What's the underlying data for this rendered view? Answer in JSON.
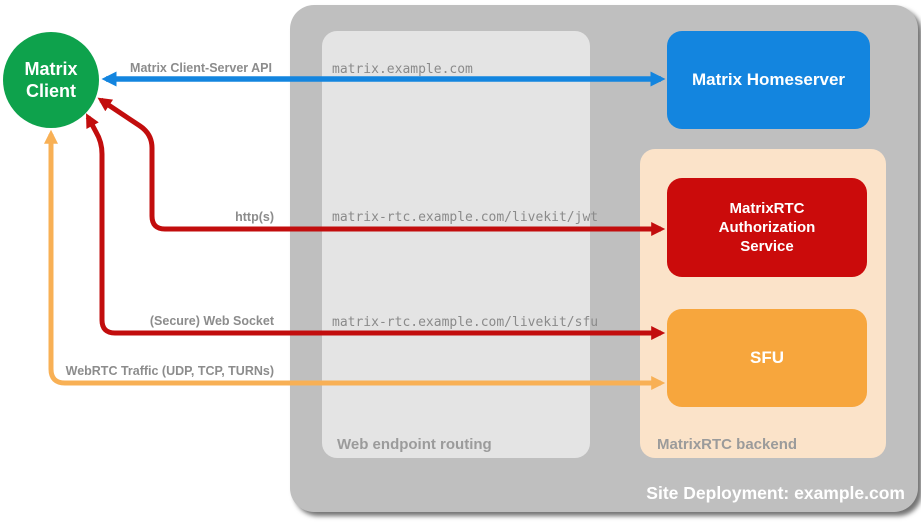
{
  "diagram": {
    "client": {
      "line1": "Matrix",
      "line2": "Client"
    },
    "nodes": {
      "homeserver": {
        "label": "Matrix Homeserver"
      },
      "auth_service": {
        "label": "MatrixRTC Authorization Service"
      },
      "sfu": {
        "label": "SFU"
      }
    },
    "containers": {
      "site": {
        "label": "Site Deployment: example.com"
      },
      "routing": {
        "label": "Web endpoint routing"
      },
      "backend": {
        "label": "MatrixRTC backend"
      }
    },
    "endpoints": [
      {
        "url": "matrix.example.com"
      },
      {
        "url": "matrix-rtc.example.com/livekit/jwt"
      },
      {
        "url": "matrix-rtc.example.com/livekit/sfu"
      }
    ],
    "arrows": [
      {
        "label": "Matrix Client-Server API",
        "color": "#1385DF",
        "from": "Matrix Client",
        "to": "Matrix Homeserver",
        "bidirectional": true
      },
      {
        "label": "http(s)",
        "color": "#C20D0D",
        "from": "Matrix Client",
        "to": "MatrixRTC Authorization Service",
        "bidirectional": true
      },
      {
        "label": "(Secure) Web Socket",
        "color": "#C20D0D",
        "from": "Matrix Client",
        "to": "SFU",
        "bidirectional": true
      },
      {
        "label": "WebRTC Traffic (UDP, TCP, TURNs)",
        "color": "#F8B055",
        "from": "Matrix Client",
        "to": "SFU",
        "bidirectional": true
      }
    ],
    "colors": {
      "client_green": "#0EA24C",
      "homeserver_blue": "#1385DF",
      "auth_red": "#CB0B0B",
      "sfu_orange": "#F7A63D",
      "arrow_red": "#C20D0D",
      "arrow_orange": "#F8B055",
      "backend_peach": "#FBE3C9",
      "container_gray": "#BFBFBF",
      "routing_gray": "#E4E4E4",
      "label_gray": "#8C8C8C"
    }
  }
}
